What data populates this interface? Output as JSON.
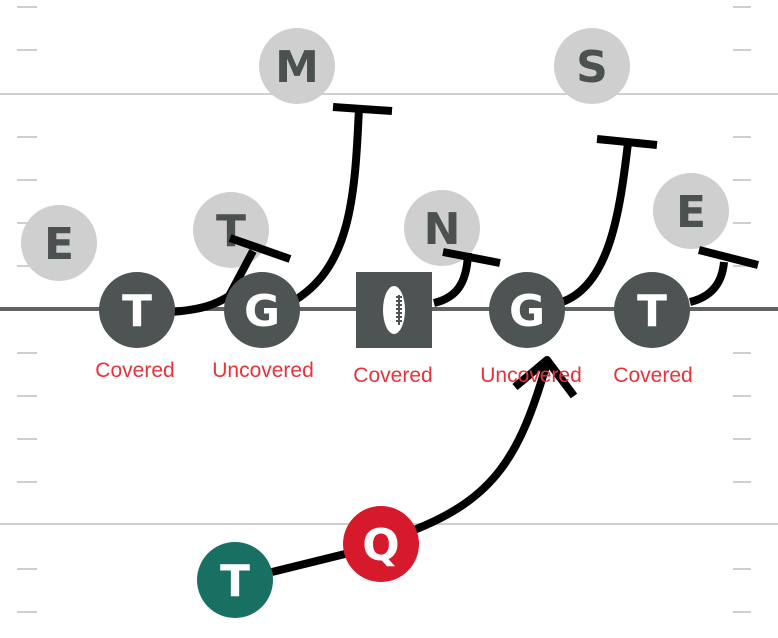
{
  "colors": {
    "background": "#ffffff",
    "field_line": "#cfcfcf",
    "hash_mark": "#cfcfcf",
    "line_of_scrimmage": "#5f6463",
    "offense_player": "#4d5453",
    "defense_player": "#cfcfcf",
    "defense_letter": "#4b5150",
    "quarterback": "#d7192c",
    "tight_end": "#177062",
    "route": "#000000",
    "label": "#e8323a",
    "player_letter": "#ffffff"
  },
  "defense": {
    "mike": "M",
    "sam": "S",
    "end_left": "E",
    "tackle": "T",
    "nose": "N",
    "end_right": "E"
  },
  "offense": {
    "left_tackle": "T",
    "left_guard": "G",
    "center_icon": "football-icon",
    "right_guard": "G",
    "right_tackle": "T",
    "quarterback": "Q",
    "back": "T"
  },
  "labels": {
    "left_tackle": "Covered",
    "left_guard": "Uncovered",
    "center": "Covered",
    "right_guard": "Uncovered",
    "right_tackle": "Covered"
  }
}
